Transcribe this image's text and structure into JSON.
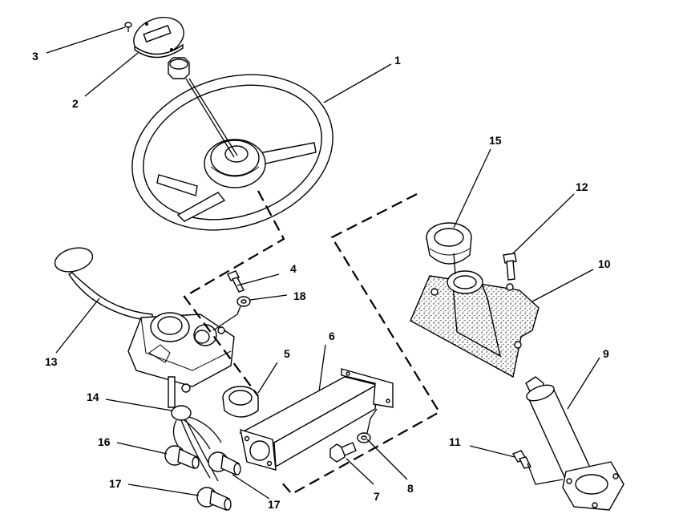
{
  "callouts": {
    "c1": "1",
    "c2": "2",
    "c3": "3",
    "c4": "4",
    "c5": "5",
    "c6": "6",
    "c7": "7",
    "c8": "8",
    "c9": "9",
    "c10": "10",
    "c11": "11",
    "c12": "12",
    "c13": "13",
    "c14": "14",
    "c15": "15",
    "c16": "16",
    "c17a": "17",
    "c17b": "17",
    "c18": "18"
  }
}
